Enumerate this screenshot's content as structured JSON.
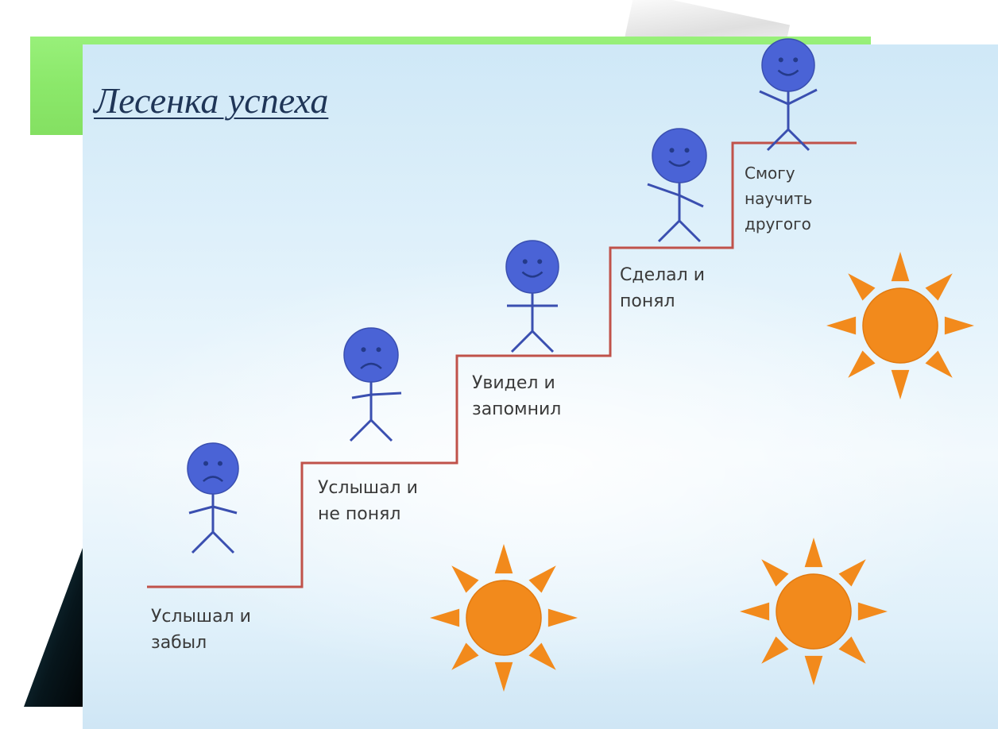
{
  "title": "Лесенка успеха",
  "steps": [
    {
      "line1": "Услышал и",
      "line2": "забыл",
      "mood": "sad"
    },
    {
      "line1": "Услышал и",
      "line2": "не понял",
      "mood": "sad"
    },
    {
      "line1": "Увидел и",
      "line2": "запомнил",
      "mood": "happy"
    },
    {
      "line1": "Сделал и",
      "line2": "понял",
      "mood": "happy"
    },
    {
      "line1": "Смогу",
      "line2": "научить",
      "line3": "другого",
      "mood": "happy"
    }
  ],
  "colors": {
    "stair_line": "#c0524a",
    "figure_fill": "#4a63d6",
    "figure_stroke": "#3a4fb0",
    "sun": "#f28a1c",
    "title": "#1f3557",
    "banner": "#8be86a"
  },
  "icons": [
    "stick-figure-icon",
    "sun-icon"
  ]
}
